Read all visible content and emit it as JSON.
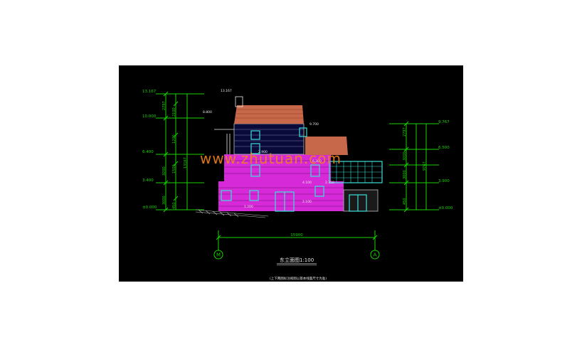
{
  "drawing": {
    "title": "东立面图1:100",
    "note": "(上下两图标注视图以基本线面尺寸为准)",
    "watermark": "www.zhutuan.com",
    "total_width": "15900",
    "axis_left": "M",
    "axis_right": "A",
    "left_elevations": [
      "13.167",
      "10.000",
      "6.400",
      "3.400",
      "±0.000"
    ],
    "left_dims": [
      "2797",
      "2100",
      "1200",
      "3200",
      "1500",
      "3000",
      "450"
    ],
    "left_total": "13167",
    "right_elevations": [
      "9.767",
      "6.500",
      "3.900",
      "±0.000"
    ],
    "right_dims": [
      "2797",
      "3000",
      "3000",
      "450"
    ],
    "right_total": "9767",
    "roof_elevations": [
      "13.167",
      "9.700",
      "8.800"
    ],
    "floor_labels": [
      "2.900",
      "6.300",
      "4.100",
      "2.350",
      "1.200",
      "2.100"
    ]
  },
  "colors": {
    "background": "#000000",
    "dimension": "#19d400",
    "wall": "#d62ad8",
    "roof": "#c8684a",
    "window": "#3be0d8",
    "text": "#e8e8e8",
    "watermark": "#f0821a"
  }
}
